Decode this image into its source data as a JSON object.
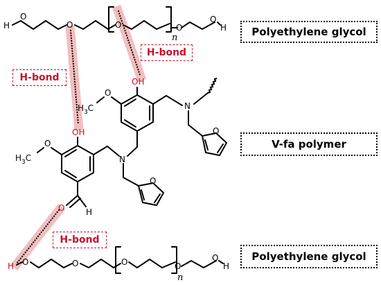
{
  "labels": {
    "top_polymer": "Polyethylene glycol",
    "middle_polymer": "V-fa polymer",
    "bottom_polymer": "Polyethylene glycol",
    "hbond_upper_left": "H-bond",
    "hbond_upper_right": "H-bond",
    "hbond_lower": "H-bond"
  },
  "atoms": {
    "h": "H",
    "o": "O",
    "oh": "OH",
    "n": "N",
    "methoxy_c": "H",
    "methoxy_sub": "3",
    "methoxy_tail": "C",
    "repeat_n": "n"
  },
  "colors": {
    "accent": "#c8102e",
    "highlight": "#f2b8b8"
  }
}
